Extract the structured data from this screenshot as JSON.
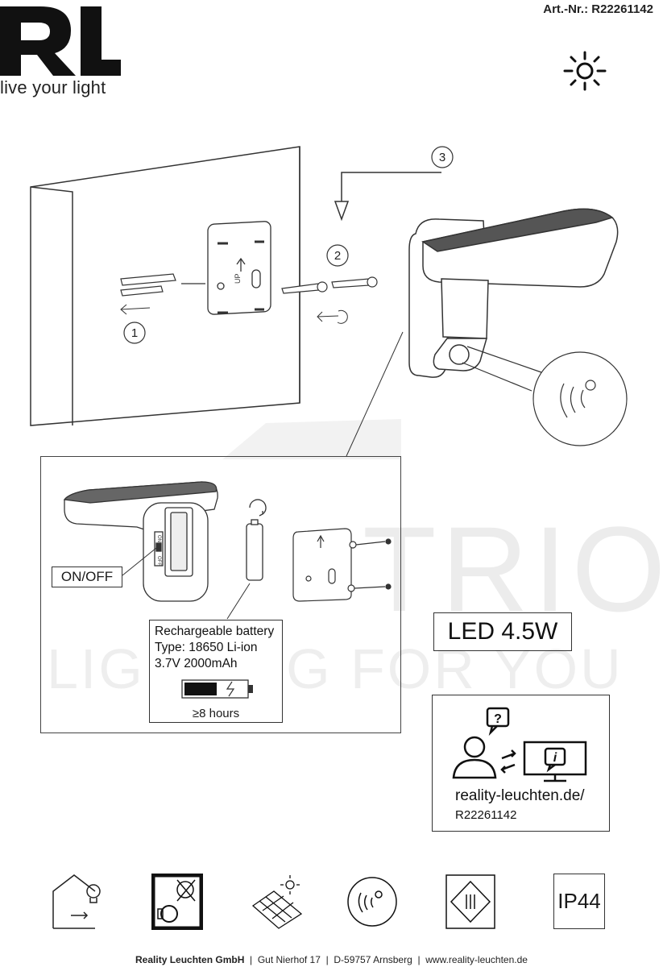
{
  "header": {
    "logo_text": "RL",
    "tagline": "live your light",
    "article_number": "Art.-Nr.: R22261142"
  },
  "watermark": {
    "brand": "TRIO",
    "slogan": "LIGHTING FOR YOU"
  },
  "steps": {
    "step1": "1",
    "step2": "2",
    "step3": "3"
  },
  "bracket_label": "UP",
  "detail": {
    "switch_label": "ON/OFF",
    "switch_on": "ON",
    "switch_off": "OFF",
    "battery_title": "Rechargeable battery",
    "battery_type": "Type: 18650 Li-ion",
    "battery_spec": "3.7V 2000mAh",
    "battery_runtime": "≥8 hours"
  },
  "led_power": "LED 4.5W",
  "info": {
    "url": "reality-leuchten.de/",
    "code": "R22261142",
    "question_mark": "?",
    "info_mark": "i"
  },
  "ip_rating": "IP44",
  "footer": {
    "company": "Reality Leuchten GmbH",
    "address": "Gut Nierhof 17",
    "city": "D-59757 Arnsberg",
    "website": "www.reality-leuchten.de",
    "separator": "|"
  },
  "icons": [
    "sun-icon",
    "indoor-outdoor-icon",
    "no-bulb-replace-icon",
    "solar-panel-icon",
    "motion-sensor-icon",
    "protection-class-icon"
  ]
}
